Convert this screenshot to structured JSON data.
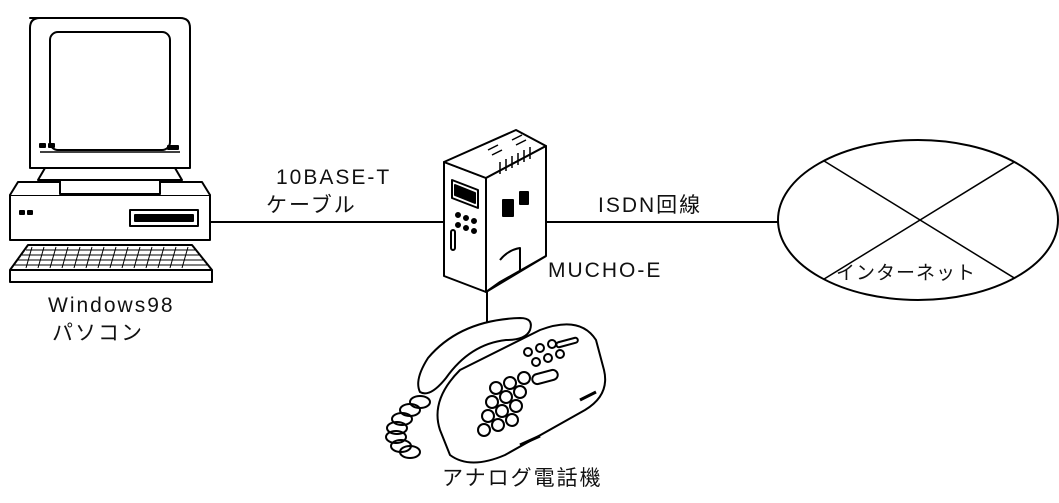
{
  "labels": {
    "cable_line1": "10BASE-T",
    "cable_line2": "ケーブル",
    "isdn": "ISDN回線",
    "router": "MUCHO-E",
    "pc_line1": "Windows98",
    "pc_line2": "パソコン",
    "phone": "アナログ電話機",
    "internet": "インターネット"
  },
  "colors": {
    "stroke": "#000000",
    "device_fill": "#ffffff",
    "keypad_fill": "#888888",
    "background": "#ffffff"
  }
}
